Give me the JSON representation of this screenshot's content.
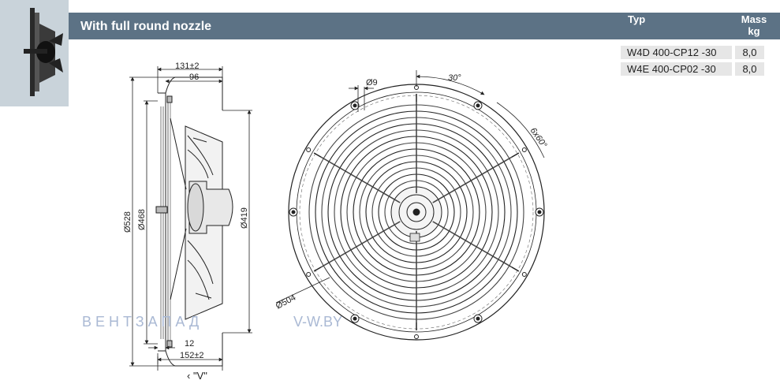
{
  "header": {
    "title": "With full round nozzle",
    "col_type": "Typ",
    "col_mass": "Mass\nkg"
  },
  "table": {
    "rows": [
      {
        "type": "W4D 400-CP12  -30",
        "mass": "8,0"
      },
      {
        "type": "W4E 400-CP02  -30",
        "mass": "8,0"
      }
    ]
  },
  "side_view": {
    "dim_131": "131±2",
    "dim_96": "96",
    "dim_528": "Ø528",
    "dim_468": "Ø468",
    "dim_419": "Ø419",
    "dim_12": "12",
    "dim_152": "152±2",
    "view_label": "‹ \"V\""
  },
  "front_view": {
    "dim_9": "Ø9",
    "angle_30": "30°",
    "angle_6x60": "6x60°",
    "dim_504": "Ø504"
  },
  "watermark": {
    "left": "ВЕНТЗАПАД",
    "right": "V-W.BY"
  },
  "colors": {
    "header_bg": "#5c7285",
    "thumb_bg": "#c9d3da",
    "cell_bg": "#e6e6e6"
  }
}
